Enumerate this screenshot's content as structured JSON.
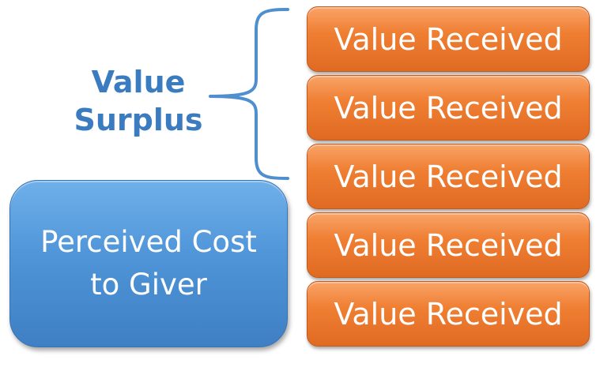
{
  "surplus": {
    "line1": "Value",
    "line2": "Surplus",
    "color": "#3b7bbf"
  },
  "cost": {
    "line1": "Perceived Cost",
    "line2": "to Giver",
    "color": "#4f95d8"
  },
  "value_boxes": [
    {
      "label": "Value Received"
    },
    {
      "label": "Value Received"
    },
    {
      "label": "Value Received"
    },
    {
      "label": "Value Received"
    },
    {
      "label": "Value Received"
    }
  ],
  "value_color": "#ef7f33"
}
